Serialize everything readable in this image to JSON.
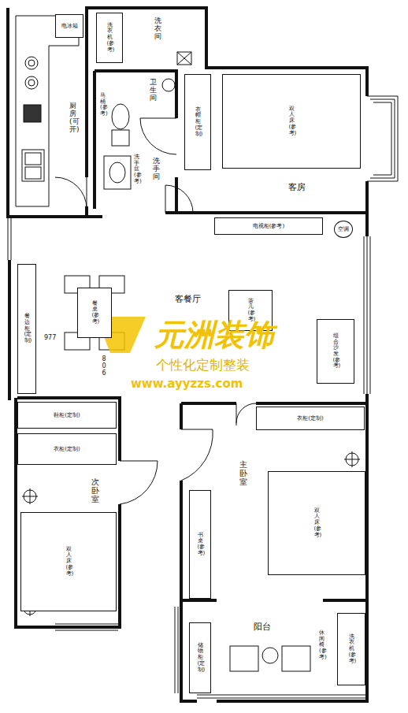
{
  "diagram": {
    "nodes": [
      {
        "text": [
          "厨房(可开)"
        ]
      },
      {
        "text": [
          "电冰箱"
        ],
        "in": 0
      },
      {
        "text": [
          "洗衣间"
        ]
      },
      {
        "text": [
          "洗衣机(参考)"
        ],
        "in": 2
      },
      {
        "text": [
          "卫生间"
        ]
      },
      {
        "text": [
          "洗手间"
        ]
      },
      {
        "text": [
          "客房"
        ]
      },
      {
        "text": [
          "衣帽柜(定制)"
        ],
        "in": 6
      },
      {
        "text": [
          "双人床(参考)"
        ],
        "in": 6
      },
      {
        "text": [
          "客餐厅"
        ]
      },
      {
        "text": [
          "电视柜(参考)"
        ],
        "in": 9
      },
      {
        "text": [
          "空调"
        ],
        "in": 9
      },
      {
        "text": [
          "餐边柜(定制)"
        ],
        "in": 9
      },
      {
        "text": [
          "餐桌(参考)"
        ],
        "in": 9
      },
      {
        "text": [
          "茶几(参考)"
        ],
        "in": 9
      },
      {
        "text": [
          "组合沙发(参考)"
        ],
        "in": 9
      },
      {
        "text": [
          "鞋柜(定制)"
        ]
      },
      {
        "text": [
          "次卧室"
        ]
      },
      {
        "text": [
          "衣柜(定制)"
        ],
        "in": 17
      },
      {
        "text": [
          "双人床(参考)"
        ],
        "in": 17
      },
      {
        "text": [
          "主卧室"
        ]
      },
      {
        "text": [
          "衣柜(定制)"
        ],
        "in": 20
      },
      {
        "text": [
          "双人床(参考)"
        ],
        "in": 20
      },
      {
        "text": [
          "书桌(参考)"
        ],
        "in": 20
      },
      {
        "text": [
          "阳台"
        ]
      },
      {
        "text": [
          "储物柜(定制)"
        ],
        "in": 24
      },
      {
        "text": [
          "洗衣机(参考)"
        ],
        "in": 24
      }
    ],
    "labels": [
      "马桶(参考)",
      "洗手盆(参考)",
      "977",
      "806",
      "休闲椅(参考)",
      "元洲装饰",
      "个性化定制整装",
      "www.ayyzzs.com"
    ]
  }
}
